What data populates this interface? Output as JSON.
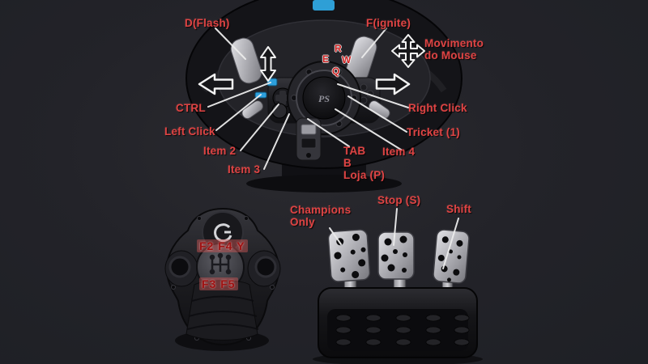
{
  "colors": {
    "background": "#232329",
    "label_red": "#de4343",
    "marker_blue": "#2da0dd",
    "highlight_ring_red": "#cc1111",
    "leader_line_white": "#ececec",
    "wheel_stripe_blue": "#2e9fd6"
  },
  "wheel": {
    "logo": "PS",
    "labels": {
      "d_flash": "D(Flash)",
      "f_ignite": "F(ignite)",
      "mouse_move_line1": "Movimento",
      "mouse_move_line2": "do Mouse",
      "ctrl": "CTRL",
      "left_click": "Left Click",
      "item2": "Item 2",
      "item3": "Item 3",
      "right_click": "Right Click",
      "tricket": "Tricket (1)",
      "item4": "Item 4",
      "tab": "TAB",
      "b": "B",
      "loja": "Loja (P)"
    },
    "dpad_keys": {
      "up": "R",
      "left": "E",
      "right": "W",
      "down": "Q"
    }
  },
  "shifter": {
    "labels": {
      "top_row": "F2 F4 Y",
      "bottom_row": "F3 F5"
    }
  },
  "pedals": {
    "labels": {
      "clutch_line1": "Champions",
      "clutch_line2": "Only",
      "brake": "Stop (S)",
      "accelerator": "Shift"
    }
  },
  "icons": {
    "left_arrow": "left-arrow-icon",
    "right_arrow": "right-arrow-icon",
    "up_down_arrow": "up-down-arrow-icon",
    "four_way_arrow": "four-way-arrow-icon",
    "red_circle": "red-circle-highlight",
    "blue_marker": "blue-button-marker",
    "ps_logo": "ps-logo",
    "g_logo": "logitech-g-logo"
  }
}
